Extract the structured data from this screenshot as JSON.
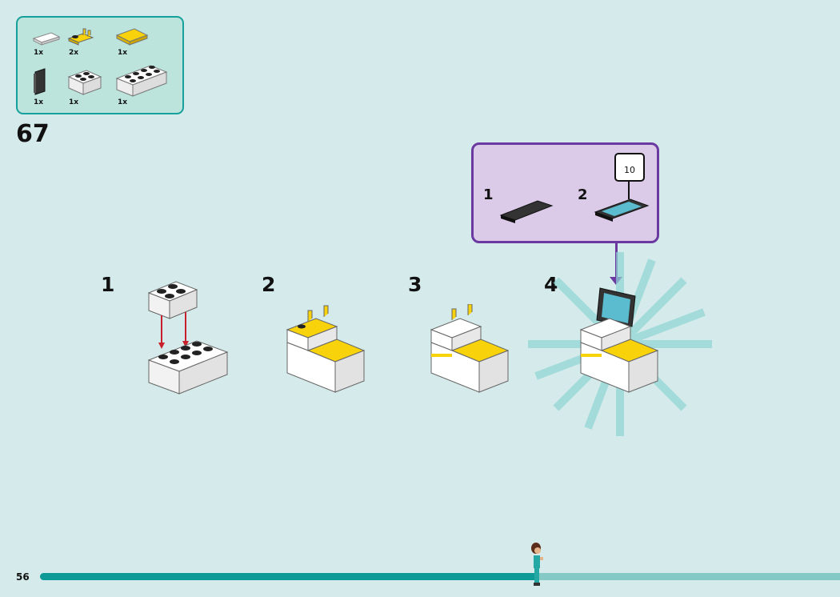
{
  "parts_list": {
    "items": [
      {
        "name": "white-grille-tile",
        "qty": "1x"
      },
      {
        "name": "yellow-clip-plate",
        "qty": "2x"
      },
      {
        "name": "yellow-tile",
        "qty": "1x"
      },
      {
        "name": "black-hinge-panel",
        "qty": "1x"
      },
      {
        "name": "white-brick-2x2",
        "qty": "1x"
      },
      {
        "name": "white-brick-2x4",
        "qty": "1x"
      }
    ]
  },
  "step_number": "67",
  "sub_assembly": {
    "steps": [
      "1",
      "2"
    ],
    "sticker_number": "10"
  },
  "callouts": [
    "1",
    "2",
    "3",
    "4"
  ],
  "footer": {
    "page_number": "56",
    "progress_percent": 62
  },
  "colors": {
    "background": "#d5eaea",
    "accent": "#16a09c",
    "sub_border": "#6a3aa0",
    "yellow": "#f8d20a"
  }
}
